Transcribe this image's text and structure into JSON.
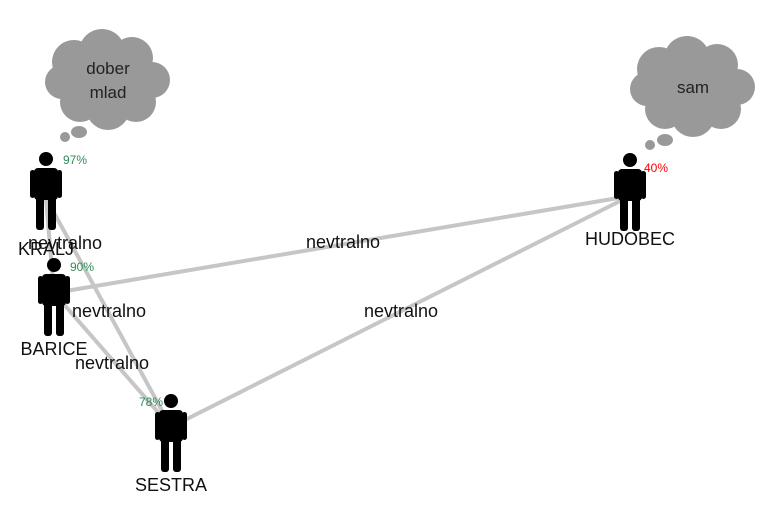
{
  "colors": {
    "edge": "#c6c6c6",
    "person": "#000000",
    "cloud": "#999999",
    "pct_good": "#2e8b57",
    "pct_bad": "#ff0000"
  },
  "characters": [
    {
      "id": "kralj",
      "name": "KRALJ",
      "percent": "97%",
      "percent_status": "good",
      "traits": [
        "dober",
        "mlad"
      ]
    },
    {
      "id": "barice",
      "name": "BARICE",
      "percent": "90%",
      "percent_status": "good",
      "traits": []
    },
    {
      "id": "sestra",
      "name": "SESTRA",
      "percent": "78%",
      "percent_status": "good",
      "traits": []
    },
    {
      "id": "hudobec",
      "name": "HUDOBEC",
      "percent": "40%",
      "percent_status": "bad",
      "traits": [
        "sam"
      ]
    }
  ],
  "relations": [
    {
      "from": "kralj",
      "to": "barice",
      "label": "nevtralno"
    },
    {
      "from": "kralj",
      "to": "sestra",
      "label": "nevtralno"
    },
    {
      "from": "barice",
      "to": "hudobec",
      "label": "nevtralno"
    },
    {
      "from": "barice",
      "to": "sestra",
      "label": "nevtralno"
    },
    {
      "from": "sestra",
      "to": "hudobec",
      "label": "nevtralno"
    }
  ]
}
